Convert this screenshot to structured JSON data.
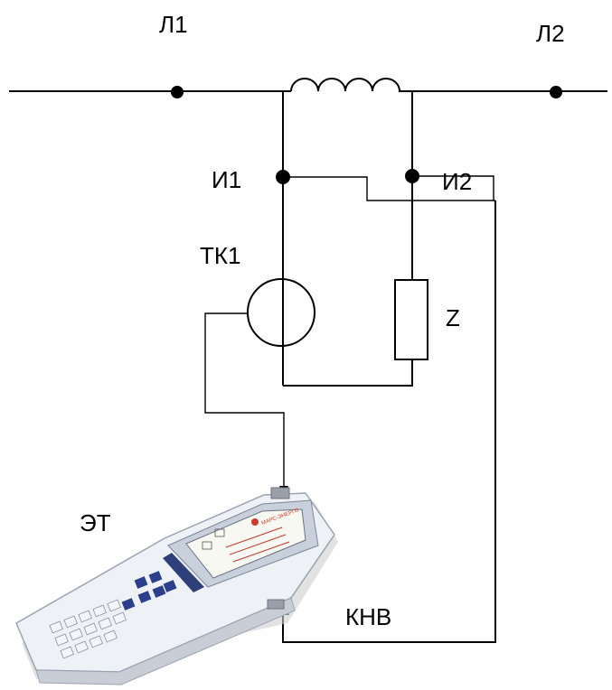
{
  "labels": {
    "l1": "Л1",
    "l2": "Л2",
    "i1": "И1",
    "i2": "И2",
    "tk1": "ТК1",
    "z": "Z",
    "et": "ЭТ",
    "knv": "КНВ"
  },
  "device": {
    "brand": "МАРС-ЭНЕРГО"
  }
}
